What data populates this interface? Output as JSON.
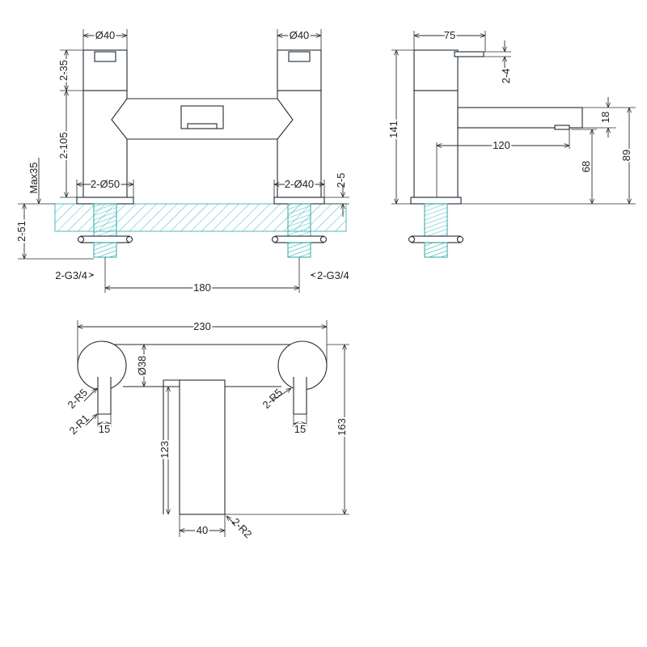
{
  "front_view": {
    "handle_dia_left": "Ø40",
    "handle_dia_right": "Ø40",
    "handle_height": "2-35",
    "body_height": "2-105",
    "max_deck": "Max35",
    "deck_below": "2-51",
    "base_left": "2-Ø50",
    "base_right": "2-Ø40",
    "base_thk": "2-5",
    "thread_left": "2-G3/4",
    "thread_right": "2-G3/4",
    "centres": "180"
  },
  "side_view": {
    "width": "75",
    "top_step": "2-4",
    "overall_height": "141",
    "spout_thk": "18",
    "projection": "120",
    "spout_height": "68",
    "outlet_height": "89"
  },
  "top_view": {
    "overall_width": "230",
    "disc_dia": "Ø38",
    "radius_left": "2-R5",
    "radius_right": "2-R5",
    "small_radius": "2-R1",
    "lever_left": "15",
    "lever_right": "15",
    "depth": "123",
    "overall_depth": "163",
    "spout_width": "40",
    "spout_radius": "2-R2"
  }
}
